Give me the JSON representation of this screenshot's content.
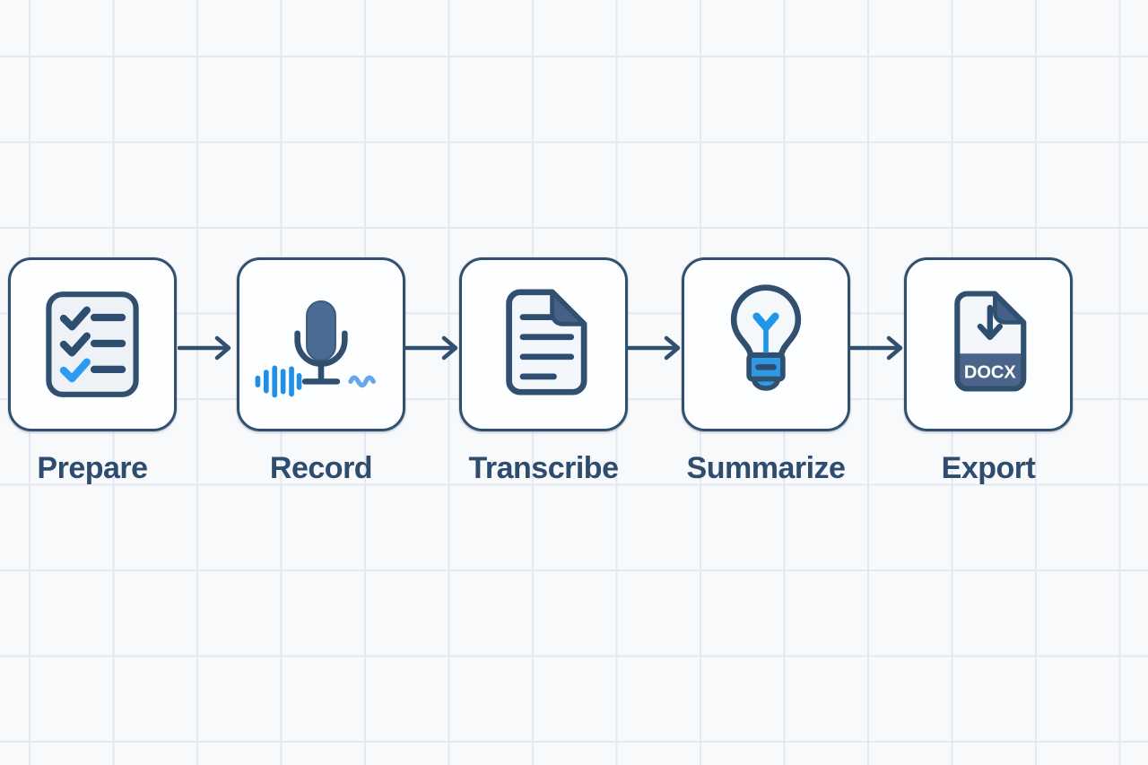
{
  "diagram": {
    "steps": [
      {
        "label": "Prepare",
        "icon": "checklist-icon"
      },
      {
        "label": "Record",
        "icon": "microphone-icon"
      },
      {
        "label": "Transcribe",
        "icon": "document-icon"
      },
      {
        "label": "Summarize",
        "icon": "lightbulb-icon"
      },
      {
        "label": "Export",
        "icon": "docx-file-icon"
      }
    ],
    "export_file_format": "DOCX",
    "colors": {
      "navy": "#31506f",
      "label_text": "#2d4c6e",
      "slate_fill": "#4a6b94",
      "fold_slate": "#44618a",
      "band_slate": "#4a6589",
      "accent_blue": "#2196e8",
      "light_blue": "#66a7ea",
      "card_fill": "#eef2f7",
      "box_fill": "#fdfeff",
      "background": "#f8f9fb",
      "grid_line": "#e3e8f3"
    }
  }
}
